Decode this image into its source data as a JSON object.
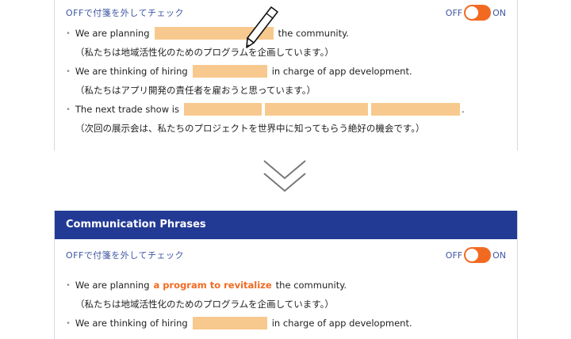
{
  "top_panel": {
    "hint": "OFFで付箋を外してチェック",
    "toggle": {
      "off_label": "OFF",
      "on_label": "ON",
      "state": "ON"
    },
    "items": [
      {
        "before": "We are planning",
        "after": "the community.",
        "translation": "（私たちは地域活性化のためのプログラムを企画しています。）"
      },
      {
        "before": "We are thinking of hiring",
        "after": "in charge of app development.",
        "translation": "（私たちはアプリ開発の責任者を雇おうと思っています。）"
      },
      {
        "before": "The next trade show is",
        "after": ".",
        "translation": "（次回の展示会は、私たちのプロジェクトを世界中に知ってもらう絶好の機会です。）"
      }
    ]
  },
  "bottom_panel": {
    "title": "Communication Phrases",
    "hint": "OFFで付箋を外してチェック",
    "toggle": {
      "off_label": "OFF",
      "on_label": "ON",
      "state": "OFF"
    },
    "items": [
      {
        "before": "We are planning",
        "answer": "a program to revitalize",
        "after": "the community.",
        "translation": "（私たちは地域活性化のためのプログラムを企画しています。）"
      },
      {
        "before": "We are thinking of hiring",
        "after": "in charge of app development."
      }
    ]
  },
  "icons": {
    "pen": "pen-icon",
    "chevron": "double-chevron-down-icon"
  },
  "colors": {
    "header": "#233a94",
    "accent": "#f26a21",
    "sticky": "#f7c98e"
  }
}
